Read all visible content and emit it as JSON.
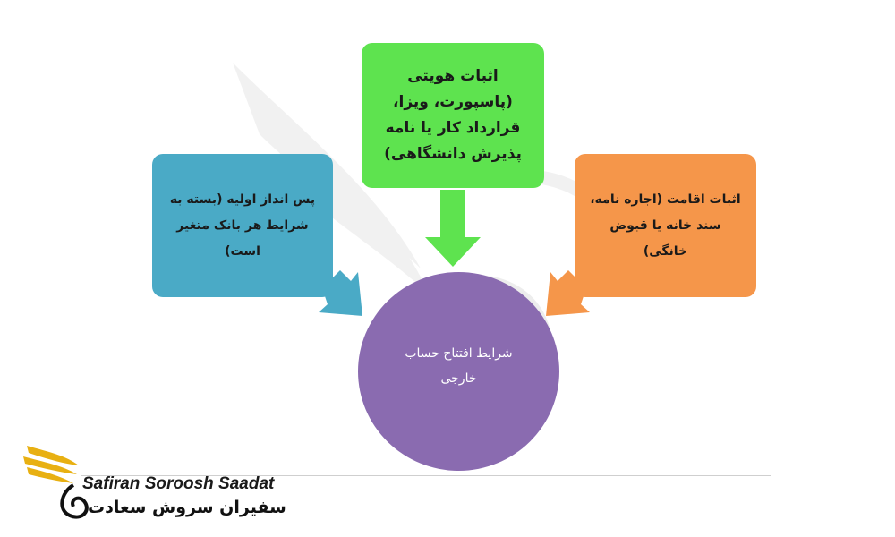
{
  "diagram": {
    "top_box": {
      "text": "اثبات هویتی (پاسپورت، ویزا، قرارداد کار یا نامه پذیرش دانشگاهی)"
    },
    "left_box": {
      "text": "پس انداز اولیه (بسته به شرایط هر بانک متغیر است)"
    },
    "right_box": {
      "text": "اثبات اقامت (اجاره نامه، سند خانه یا قبوض خانگی)"
    },
    "center": {
      "text": "شرایط افتتاح حساب خارجی"
    }
  },
  "colors": {
    "top": "#5ee34f",
    "left": "#4aaac6",
    "right": "#f5964a",
    "center": "#8a6bb0",
    "logo_gold": "#e8b012"
  },
  "logo": {
    "name_en": "Safiran Soroosh Saadat",
    "name_fa": "سفیران سروش سعادت",
    "icon": "winged-swan-logo-icon"
  }
}
